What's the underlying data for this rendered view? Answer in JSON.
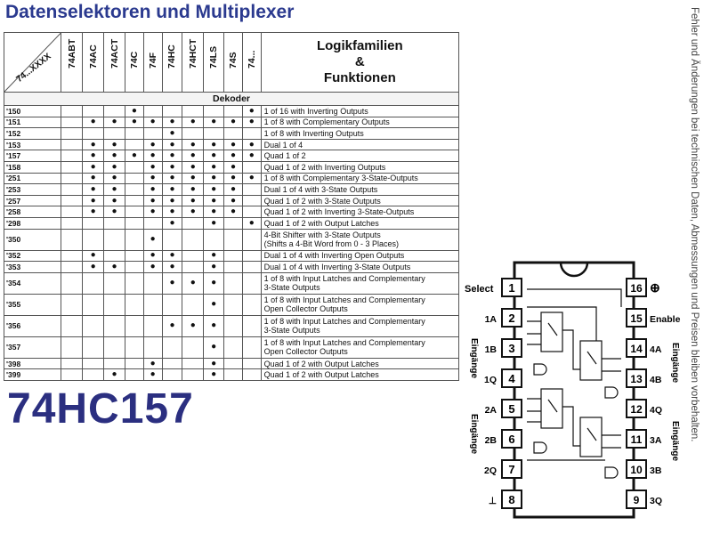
{
  "title": "Datenselektoren und Multiplexer",
  "big_label": "74HC157",
  "side_note": "Fehler und Änderungen bei technischen Daten, Abmessungen und Preisen bleiben vorbehalten.",
  "table": {
    "corner_label": "74...XXXX",
    "families": [
      "74ABT",
      "74AC",
      "74ACT",
      "74C",
      "74F",
      "74HC",
      "74HCT",
      "74LS",
      "74S",
      "74..."
    ],
    "function_header_1": "Logikfamilien",
    "function_header_2": "&",
    "function_header_3": "Funktionen",
    "section": "Dekoder",
    "rows": [
      {
        "part": "'150",
        "dots": [
          0,
          0,
          0,
          1,
          0,
          0,
          0,
          0,
          0,
          1
        ],
        "fn": [
          "1 of 16 with Inverting Outputs"
        ]
      },
      {
        "part": "'151",
        "dots": [
          0,
          1,
          1,
          1,
          1,
          1,
          1,
          1,
          1,
          1
        ],
        "fn": [
          "1 of 8 with Complementary Outputs"
        ]
      },
      {
        "part": "'152",
        "dots": [
          0,
          0,
          0,
          0,
          0,
          1,
          0,
          0,
          0,
          0
        ],
        "fn": [
          "1 of 8 with Inverting Outputs"
        ]
      },
      {
        "part": "'153",
        "dots": [
          0,
          1,
          1,
          0,
          1,
          1,
          1,
          1,
          1,
          1
        ],
        "fn": [
          "Dual 1 of 4"
        ]
      },
      {
        "part": "'157",
        "dots": [
          0,
          1,
          1,
          1,
          1,
          1,
          1,
          1,
          1,
          1
        ],
        "fn": [
          "Quad 1 of 2"
        ]
      },
      {
        "part": "'158",
        "dots": [
          0,
          1,
          1,
          0,
          1,
          1,
          1,
          1,
          1,
          0
        ],
        "fn": [
          "Quad 1 of 2 with Inverting Outputs"
        ]
      },
      {
        "part": "'251",
        "dots": [
          0,
          1,
          1,
          0,
          1,
          1,
          1,
          1,
          1,
          1
        ],
        "fn": [
          "1 of 8 with Complementary 3-State-Outputs"
        ]
      },
      {
        "part": "'253",
        "dots": [
          0,
          1,
          1,
          0,
          1,
          1,
          1,
          1,
          1,
          0
        ],
        "fn": [
          "Dual 1 of 4 with 3-State Outputs"
        ]
      },
      {
        "part": "'257",
        "dots": [
          0,
          1,
          1,
          0,
          1,
          1,
          1,
          1,
          1,
          0
        ],
        "fn": [
          "Quad 1 of 2 with 3-State Outputs"
        ]
      },
      {
        "part": "'258",
        "dots": [
          0,
          1,
          1,
          0,
          1,
          1,
          1,
          1,
          1,
          0
        ],
        "fn": [
          "Quad 1 of 2 with Inverting 3-State-Outputs"
        ]
      },
      {
        "part": "'298",
        "dots": [
          0,
          0,
          0,
          0,
          0,
          1,
          0,
          1,
          0,
          1
        ],
        "fn": [
          "Quad 1 of 2 with Output Latches"
        ]
      },
      {
        "part": "'350",
        "dots": [
          0,
          0,
          0,
          0,
          1,
          0,
          0,
          0,
          0,
          0
        ],
        "fn": [
          "4-Bit Shifter with 3-State Outputs",
          "(Shifts a 4-Bit Word from 0 - 3 Places)"
        ]
      },
      {
        "part": "'352",
        "dots": [
          0,
          1,
          0,
          0,
          1,
          1,
          0,
          1,
          0,
          0
        ],
        "fn": [
          "Dual 1 of 4 with Inverting Open Outputs"
        ]
      },
      {
        "part": "'353",
        "dots": [
          0,
          1,
          1,
          0,
          1,
          1,
          0,
          1,
          0,
          0
        ],
        "fn": [
          "Dual 1 of 4 with Inverting 3-State Outputs"
        ]
      },
      {
        "part": "'354",
        "dots": [
          0,
          0,
          0,
          0,
          0,
          1,
          1,
          1,
          0,
          0
        ],
        "fn": [
          "1 of 8 with Input Latches and Complementary",
          "3-State Outputs"
        ]
      },
      {
        "part": "'355",
        "dots": [
          0,
          0,
          0,
          0,
          0,
          0,
          0,
          1,
          0,
          0
        ],
        "fn": [
          "1 of 8 with Input Latches and Complementary",
          "Open Collector Outputs"
        ]
      },
      {
        "part": "'356",
        "dots": [
          0,
          0,
          0,
          0,
          0,
          1,
          1,
          1,
          0,
          0
        ],
        "fn": [
          "1 of 8 with Input Latches and Complementary",
          "3-State Outputs"
        ]
      },
      {
        "part": "'357",
        "dots": [
          0,
          0,
          0,
          0,
          0,
          0,
          0,
          1,
          0,
          0
        ],
        "fn": [
          "1 of 8 with Input Latches and Complementary",
          "Open Collector Outputs"
        ]
      },
      {
        "part": "'398",
        "dots": [
          0,
          0,
          0,
          0,
          1,
          0,
          0,
          1,
          0,
          0
        ],
        "fn": [
          "Quad 1 of 2 with Output Latches"
        ]
      },
      {
        "part": "'399",
        "dots": [
          0,
          0,
          1,
          0,
          1,
          0,
          0,
          1,
          0,
          0
        ],
        "fn": [
          "Quad 1 of 2 with Output Latches"
        ]
      }
    ]
  },
  "pinout": {
    "left_pins": [
      {
        "num": "1",
        "label": "Select"
      },
      {
        "num": "2",
        "label": "1A"
      },
      {
        "num": "3",
        "label": "1B"
      },
      {
        "num": "4",
        "label": "1Q"
      },
      {
        "num": "5",
        "label": "2A"
      },
      {
        "num": "6",
        "label": "2B"
      },
      {
        "num": "7",
        "label": "2Q"
      },
      {
        "num": "8",
        "label": "⊥"
      }
    ],
    "right_pins": [
      {
        "num": "16",
        "label": "⊕"
      },
      {
        "num": "15",
        "label": "Enable"
      },
      {
        "num": "14",
        "label": "4A"
      },
      {
        "num": "13",
        "label": "4B"
      },
      {
        "num": "12",
        "label": "4Q"
      },
      {
        "num": "11",
        "label": "3A"
      },
      {
        "num": "10",
        "label": "3B"
      },
      {
        "num": "9",
        "label": "3Q"
      }
    ],
    "group_label": "Eingänge"
  }
}
